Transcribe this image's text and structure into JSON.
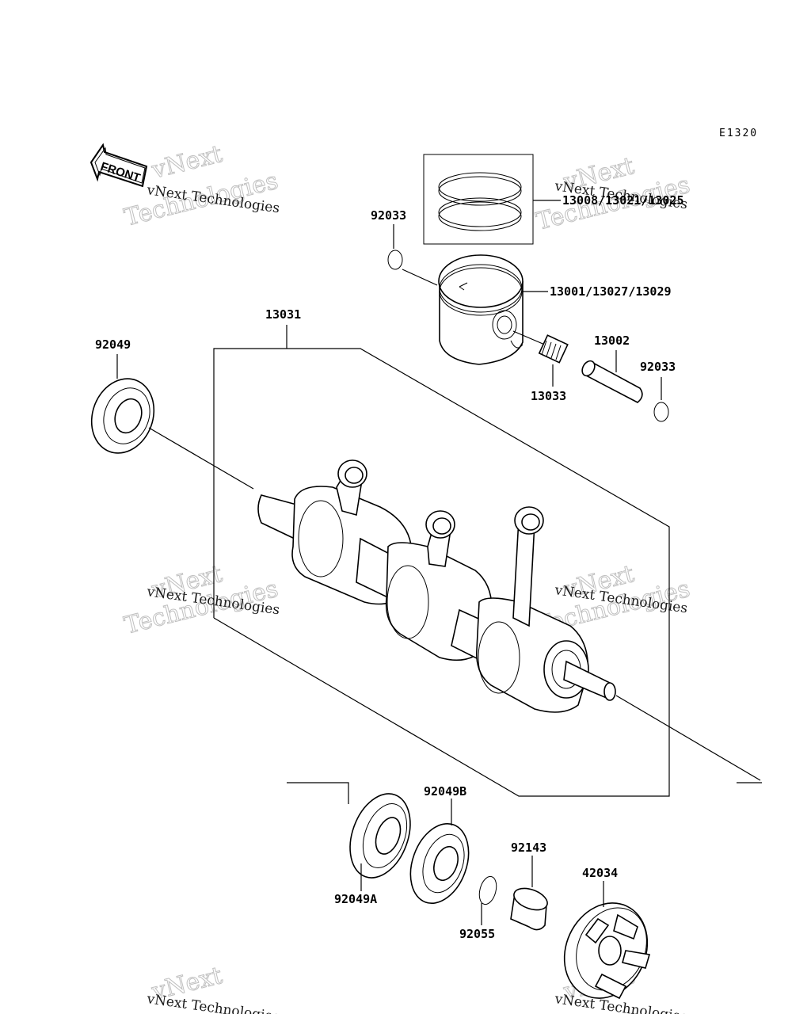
{
  "diagram": {
    "code": "E1320",
    "front_label": "FRONT",
    "watermark": {
      "line1": "vNext Technologies",
      "line2": "vNext",
      "line3": "Technologies"
    },
    "part_labels": {
      "rings": "13008/13021/13025",
      "piston": "13001/13027/13029",
      "crankshaft": "13031",
      "clip_left": "92033",
      "clip_right": "92033",
      "seal_left": "92049",
      "needle_bearing": "13033",
      "piston_pin": "13002",
      "seal_a": "92049A",
      "seal_b": "92049B",
      "o_ring": "92055",
      "collar": "92143",
      "coupling": "42034"
    }
  }
}
